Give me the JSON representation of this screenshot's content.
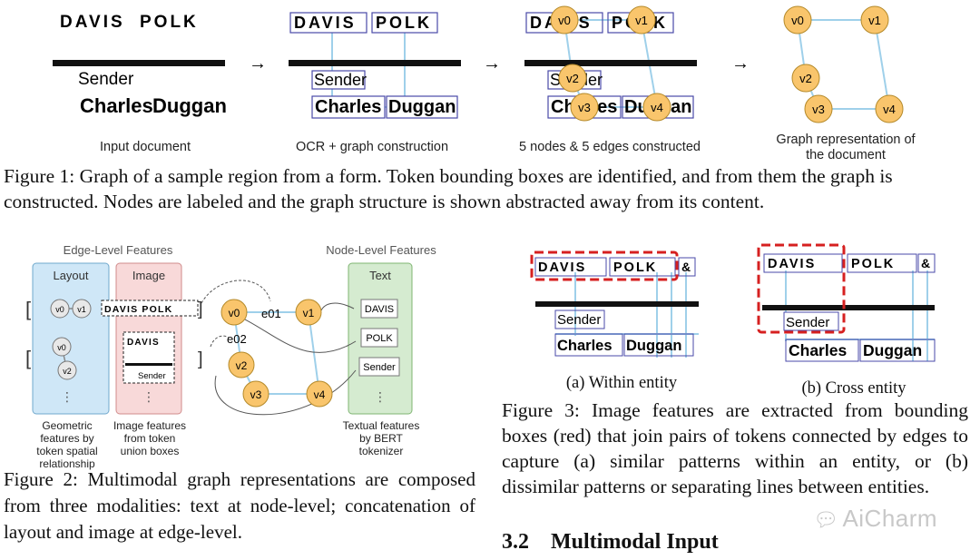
{
  "fig1": {
    "stages": [
      {
        "label": "Input document"
      },
      {
        "label": "OCR + graph construction"
      },
      {
        "label": "5 nodes & 5 edges constructed"
      },
      {
        "label": "Graph representation of the document"
      }
    ],
    "arrow": "→",
    "tokens": {
      "davis": "DAVIS",
      "polk": "POLK",
      "sender": "Sender",
      "charles": "Charles",
      "duggan": "Duggan"
    },
    "nodes": [
      "v0",
      "v1",
      "v2",
      "v3",
      "v4"
    ],
    "caption": "Figure 1: Graph of a sample region from a form. Token bounding boxes are identified, and from them the graph is constructed. Nodes are labeled and the graph structure is shown abstracted away from its content."
  },
  "fig2": {
    "edge_title": "Edge-Level Features",
    "node_title": "Node-Level Features",
    "col_layout": "Layout",
    "col_image": "Image",
    "col_text": "Text",
    "text_tokens": [
      "DAVIS",
      "POLK",
      "Sender"
    ],
    "image_tokens": {
      "davis_polk": "DAVIS POLK",
      "davis": "DAVIS",
      "sender": "Sender"
    },
    "edges": [
      "e01",
      "e02"
    ],
    "note_layout": "Geometric features by token spatial relationship",
    "note_image": "Image features from token union boxes",
    "note_text": "Textual features by BERT tokenizer",
    "caption": "Figure 2: Multimodal graph representations are composed from three modalities: text at node-level; concatenation of layout and image at edge-level."
  },
  "fig3": {
    "sub_a": "(a) Within entity",
    "sub_b": "(b) Cross entity",
    "amp": "&",
    "caption": "Figure 3: Image features are extracted from bounding boxes (red) that join pairs of tokens connected by edges to capture (a) similar patterns within an entity, or (b) dissimilar patterns or separating lines between entities."
  },
  "section": {
    "number": "3.2",
    "title": "Multimodal Input"
  },
  "watermark": "AiCharm",
  "colors": {
    "node_fill": "#f9c56c",
    "node_stroke": "#b58a2a",
    "box": "#4a4aa8",
    "edge": "#9fd0ea",
    "red": "#d62020",
    "layout_bg": "#cfe7f7",
    "image_bg": "#f8d9d9",
    "text_bg": "#d5ebd0"
  }
}
